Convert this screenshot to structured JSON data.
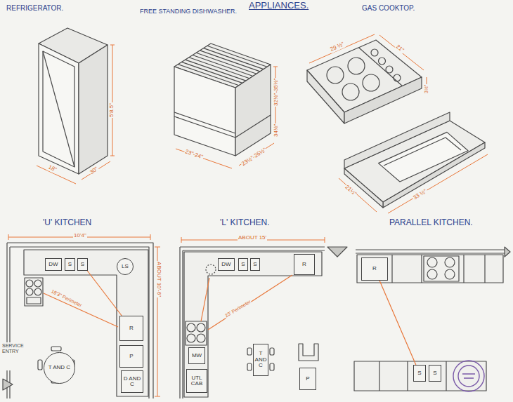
{
  "diagram": {
    "title": "APPLIANCES.",
    "nodes": [
      {
        "text": [
          "DW"
        ]
      },
      {
        "text": [
          "S"
        ]
      },
      {
        "text": [
          "S"
        ]
      },
      {
        "text": [
          "LS"
        ]
      },
      {
        "text": [
          "R"
        ]
      },
      {
        "text": [
          "P"
        ]
      },
      {
        "text": [
          "D AND C"
        ]
      },
      {
        "text": [
          "T AND C"
        ]
      },
      {
        "text": [
          "DW"
        ]
      },
      {
        "text": [
          "S"
        ]
      },
      {
        "text": [
          "S"
        ]
      },
      {
        "text": [
          "R"
        ]
      },
      {
        "text": [
          "MW"
        ]
      },
      {
        "text": [
          "UTL CAB"
        ]
      },
      {
        "text": [
          "T AND C"
        ]
      },
      {
        "text": [
          "P"
        ]
      },
      {
        "text": [
          "R"
        ]
      },
      {
        "text": [
          "S"
        ]
      },
      {
        "text": [
          "S"
        ]
      }
    ],
    "edges": [
      {
        "from": 2,
        "to": 4,
        "arrow": "none"
      },
      {
        "from": 16,
        "to": 17,
        "arrow": "none"
      }
    ],
    "labels": [
      "REFRIGERATOR.",
      "FREE STANDING DISHWASHER.",
      "GAS COOKTOP.",
      "5'8.5\"",
      "18\"",
      "30\"",
      "23\"-24\"",
      "23½\"-26½\"",
      "32½\"-35½\"",
      "34½\"",
      "29 ½\"",
      "21\"",
      "3½\"",
      "21½\"",
      "33 ½\"",
      "'U' KITCHEN",
      "10'4\"",
      "ABOUT 10'-6\"",
      "SERVICE ENTRY",
      "18'3\" Perimeter",
      "'L' KITCHEN.",
      "ABOUT 15'",
      "23' Perimeter",
      "PARALLEL KITCHEN."
    ]
  }
}
